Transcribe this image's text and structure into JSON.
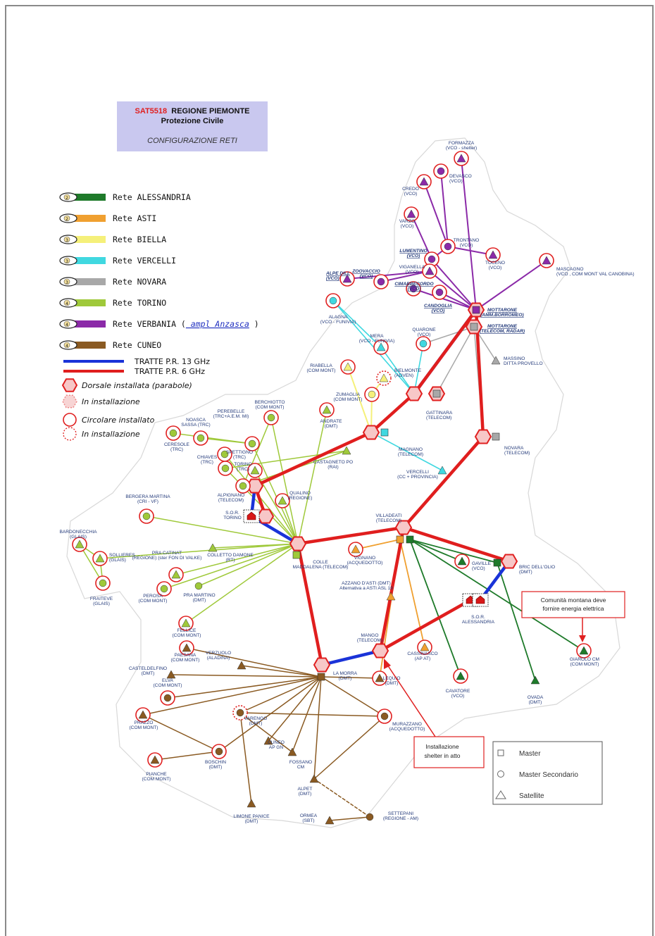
{
  "title": {
    "code": "SAT5518",
    "region": "REGIONE PIEMONTE",
    "sub": "Protezione Civile",
    "config": "CONFIGURAZIONE RETI"
  },
  "legend": {
    "networks": [
      {
        "num": "2",
        "label": "Rete ALESSANDRIA",
        "color": "#1e7a2a"
      },
      {
        "num": "2",
        "label": "Rete ASTI",
        "color": "#f0a030"
      },
      {
        "num": "3",
        "label": "Rete BIELLA",
        "color": "#f5f07a"
      },
      {
        "num": "3",
        "label": "Rete VERCELLI",
        "color": "#40d8e0"
      },
      {
        "num": "3",
        "label": "Rete NOVARA",
        "color": "#a8a8a8"
      },
      {
        "num": "4",
        "label": "Rete  TORINO",
        "color": "#9fc93a"
      },
      {
        "num": "4",
        "label": "Rete  VERBANIA (",
        "color": "#8b2aa8",
        "extra": "ampl Anzasca",
        "close": ")"
      },
      {
        "num": "4",
        "label": "Rete  CUNEO",
        "color": "#8a5a22"
      }
    ],
    "links": [
      {
        "label": "TRATTE P.R. 13 GHz",
        "color": "#1a33d8"
      },
      {
        "label": "TRATTE P.R. 6 GHz",
        "color": "#e01e1e"
      }
    ],
    "symbols": [
      {
        "label": "Dorsale installata (parabole)"
      },
      {
        "label": "In installazione"
      },
      {
        "label": "Circolare installato"
      },
      {
        "label": "In installazione"
      }
    ]
  },
  "nodes": [
    {
      "text": "FORMAZZA",
      "sub": "(VCO - shelter)"
    },
    {
      "text": "DEVASCO",
      "sub": "(VCO)"
    },
    {
      "text": "CREDO",
      "sub": "(VCO)"
    },
    {
      "text": "VARZO",
      "sub": "(VCO)"
    },
    {
      "text": "TRONTANO",
      "sub": "(VCO)"
    },
    {
      "text": "TOCENO",
      "sub": "(VCO)"
    },
    {
      "text": "MASCAGNO",
      "sub": "(VCO , COM MONT VAL CANOBINA)"
    },
    {
      "text": "LUMENTINO",
      "sub": "(VCO)"
    },
    {
      "text": "VIGANELLA",
      "sub": "(VCO)"
    },
    {
      "text": "ALPE DILL",
      "sub": "(VCO)"
    },
    {
      "text": "ZOOVACCIO",
      "sub": "(VCO)"
    },
    {
      "text": "CIMABBECORDO",
      "sub": "(VCO)"
    },
    {
      "text": "CANDOGLIA",
      "sub": "(VCO)"
    },
    {
      "text": "MOTTARONE",
      "sub": "(AMM.BORROMEO)"
    },
    {
      "text": "MOTTARONE",
      "sub": "(TELECOM, RADAR)"
    },
    {
      "text": "ALAGNA",
      "sub": "(VCO - FUNIVIA)"
    },
    {
      "text": "MERA",
      "sub": "(VCO - FUNIVIA)"
    },
    {
      "text": "QUARONE",
      "sub": "(VCO)"
    },
    {
      "text": "MASSINO",
      "sub": "DITTA PROVELLO"
    },
    {
      "text": "RIABELLA",
      "sub": "(COM MONT)"
    },
    {
      "text": "BIELMONTE",
      "sub": "(ADVEN)"
    },
    {
      "text": "ZUMAGLIA",
      "sub": "(COM MONT)"
    },
    {
      "text": "GATTINARA",
      "sub": "(TELECOM)"
    },
    {
      "text": "MAGNANO",
      "sub": "(TELECOM)"
    },
    {
      "text": "NOVARA",
      "sub": "(TELECOM)"
    },
    {
      "text": "VERCELLI",
      "sub": "(CC + PROVINCIA)"
    },
    {
      "text": "BERCHIOTTO",
      "sub": "(COM MONT)"
    },
    {
      "text": "PEREBELLE",
      "sub": "(TRC+A.E.M. MI)"
    },
    {
      "text": "NOASCA",
      "sub": "SASSA (TRC)"
    },
    {
      "text": "CERESOLE",
      "sub": "(TRC)"
    },
    {
      "text": "ANDRATE",
      "sub": "(DMT)"
    },
    {
      "text": "SPETTIGNO",
      "sub": "(TRC)"
    },
    {
      "text": "CHIAVES",
      "sub": "(TRC)"
    },
    {
      "text": "TORINO",
      "sub": "(TRC)"
    },
    {
      "text": "CASTAGNETO PO",
      "sub": "(RAI)"
    },
    {
      "text": "ALPIGNANO",
      "sub": "(TELECOM)"
    },
    {
      "text": "QUALINO",
      "sub": "(REGIONE)"
    },
    {
      "text": "S.O.R.",
      "sub": "TORINO"
    },
    {
      "text": "BERGERA MARTINA",
      "sub": "(CRI - VF)"
    },
    {
      "text": "BARDONECCHIA",
      "sub": "(GLAIS)"
    },
    {
      "text": "SOLLIERES",
      "sub": "(GLAIS)"
    },
    {
      "text": "FRAITEVE",
      "sub": "(GLAIS)"
    },
    {
      "text": "PRA CATINAT",
      "sub": "(REGIONE) (ster FON DI VALKE)"
    },
    {
      "text": "COLLETTO DAMONE",
      "sub": "(RT)"
    },
    {
      "text": "PEROSA",
      "sub": "(COM MONT)"
    },
    {
      "text": "PRA MARTINO",
      "sub": "(DMT)"
    },
    {
      "text": "COLLE",
      "sub": "MADDALENA (TELECOM)"
    },
    {
      "text": "VILLADEATI",
      "sub": "(TELECOM)"
    },
    {
      "text": "VIGNANO",
      "sub": "(ACQUEDOTTO)"
    },
    {
      "text": "AZZANO D'ASTI (DMT)",
      "sub": "Alternativa a ASTI ASL 19"
    },
    {
      "text": "GAVILLE",
      "sub": "(VCO)"
    },
    {
      "text": "BRIC DELL'OLIO",
      "sub": "(DMT)"
    },
    {
      "text": "S.O.R.",
      "sub": "ALESSANDRIA"
    },
    {
      "text": "GIAROLO CM",
      "sub": "(COM MONT)"
    },
    {
      "text": "MANGO",
      "sub": "(TELECOM)"
    },
    {
      "text": "CASSINASCO",
      "sub": "(AP AT)"
    },
    {
      "text": "CAVATORE",
      "sub": "(VCO)"
    },
    {
      "text": "OVADA",
      "sub": "(DMT)"
    },
    {
      "text": "FELLICE",
      "sub": "(COM MONT)"
    },
    {
      "text": "PAESANA",
      "sub": "(COM MONT)"
    },
    {
      "text": "CASTELDELFINO",
      "sub": "(DMT)"
    },
    {
      "text": "ELVA",
      "sub": "(COM MONT)"
    },
    {
      "text": "VERZUOLO",
      "sub": "(ALADINA)"
    },
    {
      "text": "LA MORRA",
      "sub": "(DMT)"
    },
    {
      "text": "LEQUIO",
      "sub": "(DMT)"
    },
    {
      "text": "PRAZZO",
      "sub": "(COM MONT)"
    },
    {
      "text": "VARENGO",
      "sub": "(DMT)"
    },
    {
      "text": "CUNEO",
      "sub": "AP GN"
    },
    {
      "text": "MURAZZANO",
      "sub": "(ACQUEDOTTO)"
    },
    {
      "text": "PIANCHE",
      "sub": "(COM MONT)"
    },
    {
      "text": "BOSCHIN",
      "sub": "(DMT)"
    },
    {
      "text": "FOSSANO",
      "sub": "CM"
    },
    {
      "text": "ALPET",
      "sub": "(DMT)"
    },
    {
      "text": "LIMONE PANICE",
      "sub": "(DMT)"
    },
    {
      "text": "ORMEA",
      "sub": "(SBT)"
    },
    {
      "text": "SETTEPANI",
      "sub": "(REGIONE - AM)"
    }
  ],
  "notes": {
    "community": [
      "Comunità montana deve",
      "fornire energia elettrica"
    ],
    "shelter": [
      "Installazione",
      "shelter in atto"
    ]
  },
  "markers": [
    {
      "label": "Master",
      "icon": "square-icon"
    },
    {
      "label": "Master Secondario",
      "icon": "circle-icon"
    },
    {
      "label": "Satellite",
      "icon": "triangle-icon"
    }
  ]
}
